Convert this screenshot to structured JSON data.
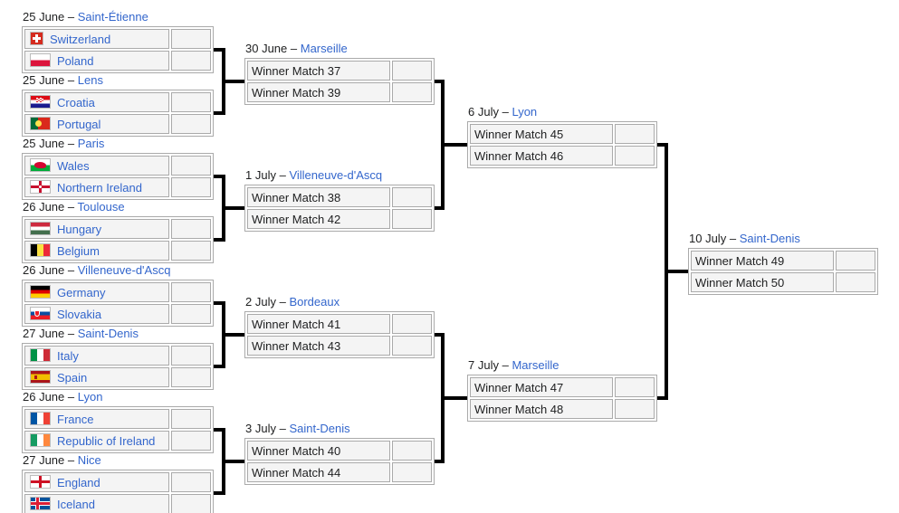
{
  "labels": {
    "separator": "–"
  },
  "colors": {
    "link_blue": "#3366cc",
    "text": "#202122",
    "cell_background": "#f4f4f4",
    "table_border": "#aaaaaa",
    "connector": "#000000"
  },
  "bracket": {
    "round_of_16": [
      {
        "date": "25 June",
        "venue": "Saint-Étienne",
        "teams": [
          {
            "name": "Switzerland",
            "flag": "switzerland-flag-icon",
            "score": ""
          },
          {
            "name": "Poland",
            "flag": "poland-flag-icon",
            "score": ""
          }
        ]
      },
      {
        "date": "25 June",
        "venue": "Lens",
        "teams": [
          {
            "name": "Croatia",
            "flag": "croatia-flag-icon",
            "score": ""
          },
          {
            "name": "Portugal",
            "flag": "portugal-flag-icon",
            "score": ""
          }
        ]
      },
      {
        "date": "25 June",
        "venue": "Paris",
        "teams": [
          {
            "name": "Wales",
            "flag": "wales-flag-icon",
            "score": ""
          },
          {
            "name": "Northern Ireland",
            "flag": "northern-ireland-flag-icon",
            "score": ""
          }
        ]
      },
      {
        "date": "26 June",
        "venue": "Toulouse",
        "teams": [
          {
            "name": "Hungary",
            "flag": "hungary-flag-icon",
            "score": ""
          },
          {
            "name": "Belgium",
            "flag": "belgium-flag-icon",
            "score": ""
          }
        ]
      },
      {
        "date": "26 June",
        "venue": "Villeneuve-d'Ascq",
        "teams": [
          {
            "name": "Germany",
            "flag": "germany-flag-icon",
            "score": ""
          },
          {
            "name": "Slovakia",
            "flag": "slovakia-flag-icon",
            "score": ""
          }
        ]
      },
      {
        "date": "27 June",
        "venue": "Saint-Denis",
        "teams": [
          {
            "name": "Italy",
            "flag": "italy-flag-icon",
            "score": ""
          },
          {
            "name": "Spain",
            "flag": "spain-flag-icon",
            "score": ""
          }
        ]
      },
      {
        "date": "26 June",
        "venue": "Lyon",
        "teams": [
          {
            "name": "France",
            "flag": "france-flag-icon",
            "score": ""
          },
          {
            "name": "Republic of Ireland",
            "flag": "republic-of-ireland-flag-icon",
            "score": ""
          }
        ]
      },
      {
        "date": "27 June",
        "venue": "Nice",
        "teams": [
          {
            "name": "England",
            "flag": "england-flag-icon",
            "score": ""
          },
          {
            "name": "Iceland",
            "flag": "iceland-flag-icon",
            "score": ""
          }
        ]
      }
    ],
    "quarter_finals": [
      {
        "date": "30 June",
        "venue": "Marseille",
        "teams": [
          {
            "name": "Winner Match 37",
            "score": ""
          },
          {
            "name": "Winner Match 39",
            "score": ""
          }
        ]
      },
      {
        "date": "1 July",
        "venue": "Villeneuve-d'Ascq",
        "teams": [
          {
            "name": "Winner Match 38",
            "score": ""
          },
          {
            "name": "Winner Match 42",
            "score": ""
          }
        ]
      },
      {
        "date": "2 July",
        "venue": "Bordeaux",
        "teams": [
          {
            "name": "Winner Match 41",
            "score": ""
          },
          {
            "name": "Winner Match 43",
            "score": ""
          }
        ]
      },
      {
        "date": "3 July",
        "venue": "Saint-Denis",
        "teams": [
          {
            "name": "Winner Match 40",
            "score": ""
          },
          {
            "name": "Winner Match 44",
            "score": ""
          }
        ]
      }
    ],
    "semi_finals": [
      {
        "date": "6 July",
        "venue": "Lyon",
        "teams": [
          {
            "name": "Winner Match 45",
            "score": ""
          },
          {
            "name": "Winner Match 46",
            "score": ""
          }
        ]
      },
      {
        "date": "7 July",
        "venue": "Marseille",
        "teams": [
          {
            "name": "Winner Match 47",
            "score": ""
          },
          {
            "name": "Winner Match 48",
            "score": ""
          }
        ]
      }
    ],
    "final": [
      {
        "date": "10 July",
        "venue": "Saint-Denis",
        "teams": [
          {
            "name": "Winner Match 49",
            "score": ""
          },
          {
            "name": "Winner Match 50",
            "score": ""
          }
        ]
      }
    ]
  }
}
